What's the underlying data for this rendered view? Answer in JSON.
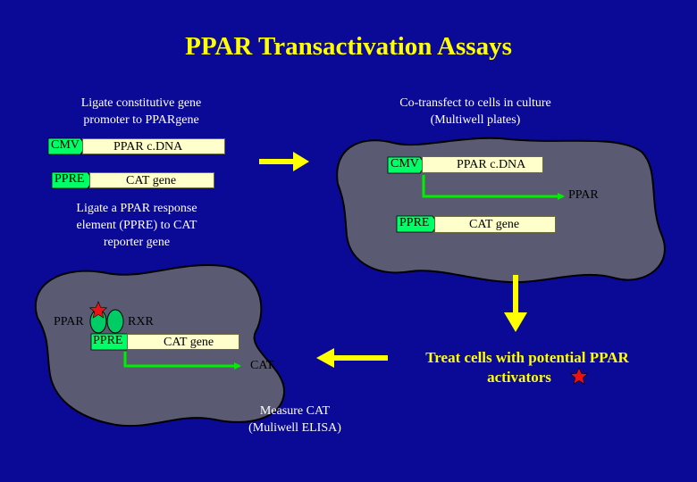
{
  "title": "PPAR Transactivation Assays",
  "step1": {
    "caption_line1": "Ligate constitutive gene",
    "caption_line2": "promoter to PPARgene",
    "promoter": "CMV",
    "gene": "PPAR c.DNA"
  },
  "step2": {
    "promoter": "PPRE",
    "gene": "CAT gene",
    "caption_line1": "Ligate a PPAR response",
    "caption_line2": "element (PPRE)  to CAT",
    "caption_line3": "reporter gene"
  },
  "step3": {
    "caption_line1": "Co-transfect to cells in culture",
    "caption_line2": "(Multiwell plates)",
    "promoter1": "CMV",
    "gene1": "PPAR c.DNA",
    "protein_label": "PPAR",
    "promoter2": "PPRE",
    "gene2": "CAT gene"
  },
  "step4": {
    "caption_line1": "Treat cells with potential PPAR",
    "caption_line2": "activators"
  },
  "step5": {
    "ppar_label": "PPAR",
    "rxr_label": "RXR",
    "promoter": "PPRE",
    "gene": "CAT gene",
    "product_label": "CAT",
    "measure_line1": "Measure CAT",
    "measure_line2": "(Muliwell ELISA)"
  },
  "colors": {
    "background": "#0a0a96",
    "title": "#ffff00",
    "cell_fill": "#5a5a72",
    "box_fill": "#ffffcc",
    "promoter_fill": "#00ff66",
    "expression_arrow": "#00ee00",
    "process_arrow": "#ffff00",
    "star": "#ee1111"
  }
}
